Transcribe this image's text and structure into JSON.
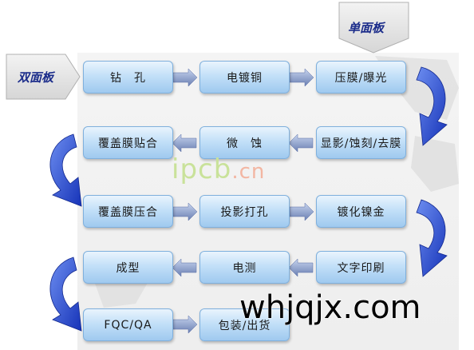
{
  "labels": {
    "double_sided": "双面板",
    "single_sided": "单面板"
  },
  "steps": {
    "drilling": "钻　孔",
    "copper_plating": "电镀铜",
    "film_exposure": "压膜/曝光",
    "coverlay_attach": "覆盖膜贴合",
    "micro_etch": "微　蚀",
    "develop_etch_strip": "显影/蚀刻/去膜",
    "coverlay_press": "覆盖膜压合",
    "projection_punch": "投影打孔",
    "nickel_gold": "镀化镍金",
    "forming": "成型",
    "electrical_test": "电测",
    "legend_print": "文字印刷",
    "fqc_qa": "FQC/QA",
    "pack_ship": "包装/出货"
  },
  "watermarks": {
    "site_small": "ipcb",
    "site_small_tld": ".cn",
    "site_big": "whjqjx.com"
  }
}
